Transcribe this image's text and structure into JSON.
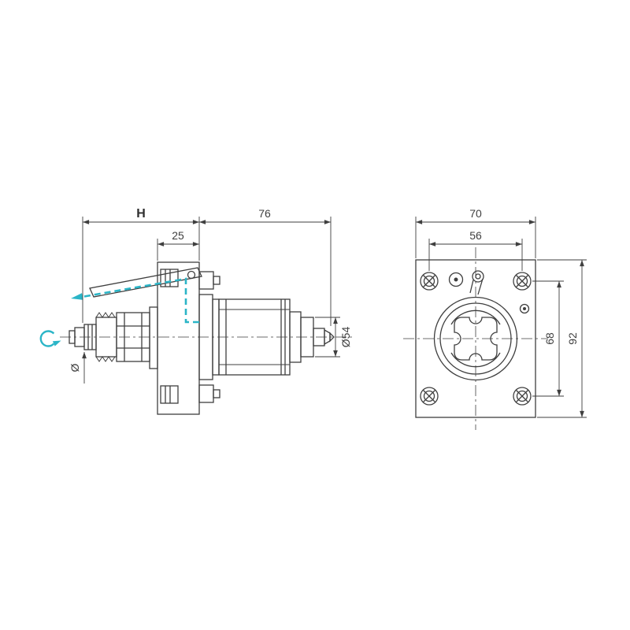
{
  "colors": {
    "background": "#ffffff",
    "line": "#3f3f3f",
    "accent": "#2bb5c7"
  },
  "drawing": {
    "side_view": {
      "dim_h": "H",
      "dim_thickness": "25",
      "dim_length": "76",
      "dim_spindle_diameter": "Ø54",
      "dim_bore_diameter": "Ø"
    },
    "front_view": {
      "dim_width_outer": "70",
      "dim_width_holes": "56",
      "dim_height_holes": "68",
      "dim_height_outer": "92"
    },
    "icons": {
      "rotation_direction": "rotation-arrow",
      "lever_motion": "dashed-motion-arrow"
    }
  }
}
